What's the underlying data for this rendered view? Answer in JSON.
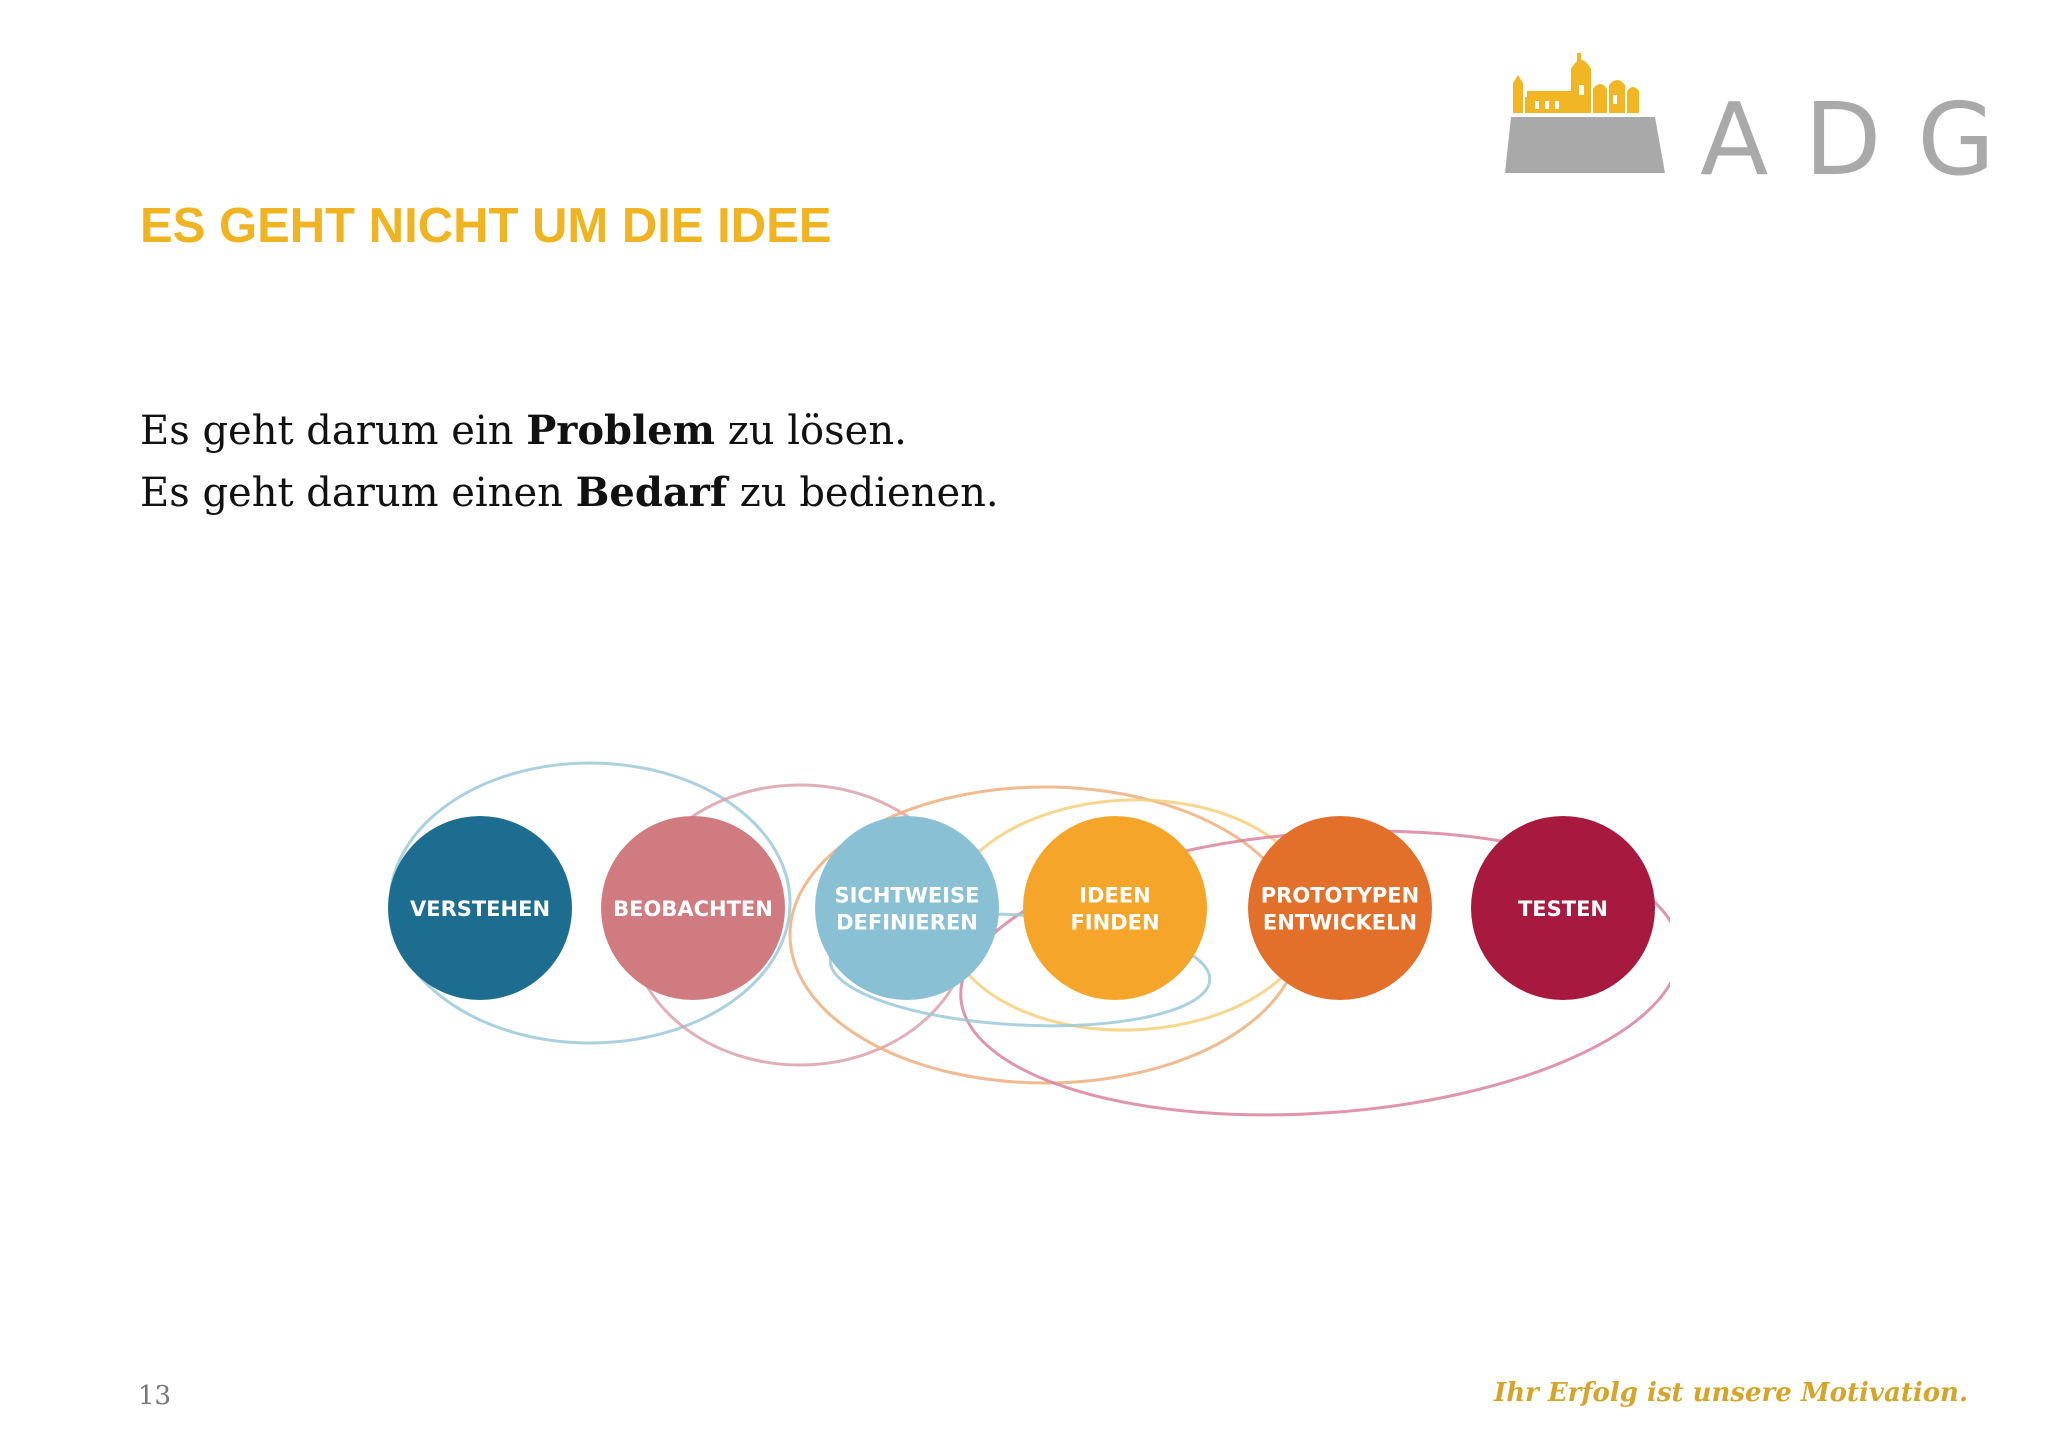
{
  "header": {
    "logo_text": "ADG",
    "title": "ES GEHT NICHT UM DIE IDEE"
  },
  "body": {
    "line1_before": "Es geht darum ein ",
    "line1_bold": "Problem",
    "line1_after": " zu lösen.",
    "line2_before": "Es geht darum einen ",
    "line2_bold": "Bedarf",
    "line2_after": " zu bedienen."
  },
  "diagram": {
    "steps": [
      {
        "lines": [
          "VERSTEHEN"
        ],
        "color": "#1d6d91"
      },
      {
        "lines": [
          "BEOBACHTEN"
        ],
        "color": "#cf7b80"
      },
      {
        "lines": [
          "SICHTWEISE",
          "DEFINIEREN"
        ],
        "color": "#8ac0d4"
      },
      {
        "lines": [
          "IDEEN",
          "FINDEN"
        ],
        "color": "#f6a52b"
      },
      {
        "lines": [
          "PROTOTYPEN",
          "ENTWICKELN"
        ],
        "color": "#e2702a"
      },
      {
        "lines": [
          "TESTEN"
        ],
        "color": "#a8193f"
      }
    ],
    "loop_colors": [
      "#9cc9d9",
      "#dba1ad",
      "#eeae7c",
      "#f6cf7a",
      "#d9839c",
      "#9cc9d9"
    ]
  },
  "footer": {
    "page_number": "13",
    "slogan": "Ihr Erfolg ist unsere Motivation."
  },
  "colors": {
    "accent": "#f0b422",
    "logo_gray": "#a9a9a9"
  }
}
